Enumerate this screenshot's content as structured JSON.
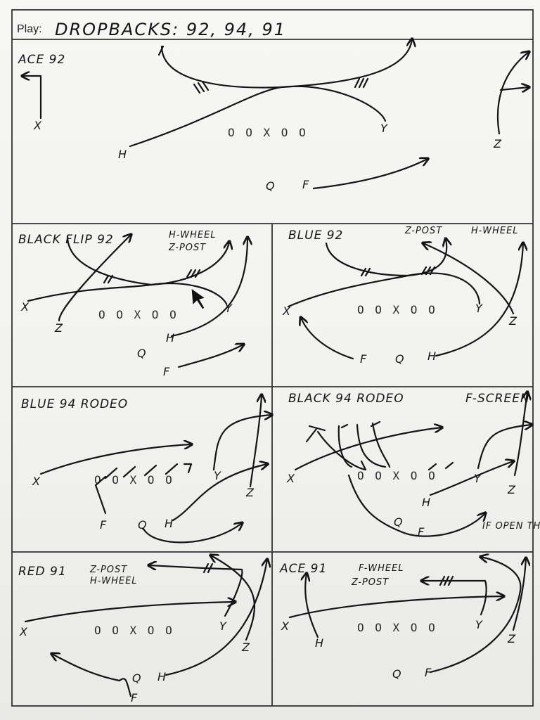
{
  "header": {
    "play_label": "Play:",
    "play_title": "DROPBACKS: 92, 94, 91"
  },
  "panels": [
    {
      "title": "ACE 92",
      "note1": "",
      "note2": "",
      "oline": "O O X O O",
      "players": {
        "X": "X",
        "H": "H",
        "Y": "Y",
        "Z": "Z",
        "Q": "Q",
        "F": "F"
      }
    },
    {
      "title": "BLACK FLIP 92",
      "note1": "H-WHEEL",
      "note2": "Z-POST",
      "oline": "O O X O O",
      "players": {
        "X": "X",
        "Z": "Z",
        "Y": "Y",
        "H": "H",
        "Q": "Q",
        "F": "F"
      }
    },
    {
      "title": "BLUE 92",
      "note1": "Z-POST",
      "note2": "H-WHEEL",
      "oline": "O O X O O",
      "players": {
        "X": "X",
        "Y": "Y",
        "Z": "Z",
        "F": "F",
        "Q": "Q",
        "H": "H"
      }
    },
    {
      "title": "BLUE 94 RODEO",
      "note1": "",
      "note2": "",
      "oline": "O O X O O",
      "players": {
        "X": "X",
        "Y": "Y",
        "Z": "Z",
        "F": "F",
        "Q": "Q",
        "H": "H"
      }
    },
    {
      "title": "BLACK 94 RODEO",
      "note1": "F-SCREEN",
      "note2": "IF OPEN THROW IT",
      "oline": "O O X O O",
      "players": {
        "X": "X",
        "Y": "Y",
        "Z": "Z",
        "H": "H",
        "Q": "Q",
        "F": "F"
      }
    },
    {
      "title": "RED 91",
      "note1": "Z-POST",
      "note2": "H-WHEEL",
      "oline": "O O X O O",
      "players": {
        "X": "X",
        "Y": "Y",
        "Z": "Z",
        "Q": "Q",
        "H": "H",
        "F": "F"
      }
    },
    {
      "title": "ACE 91",
      "note1": "F-WHEEL",
      "note2": "Z-POST",
      "oline": "O O X O O",
      "players": {
        "X": "X",
        "H": "H",
        "Y": "Y",
        "Z": "Z",
        "Q": "Q",
        "F": "F"
      }
    }
  ],
  "colors": {
    "ink": "#141414",
    "paper": "#f4f4f2"
  }
}
